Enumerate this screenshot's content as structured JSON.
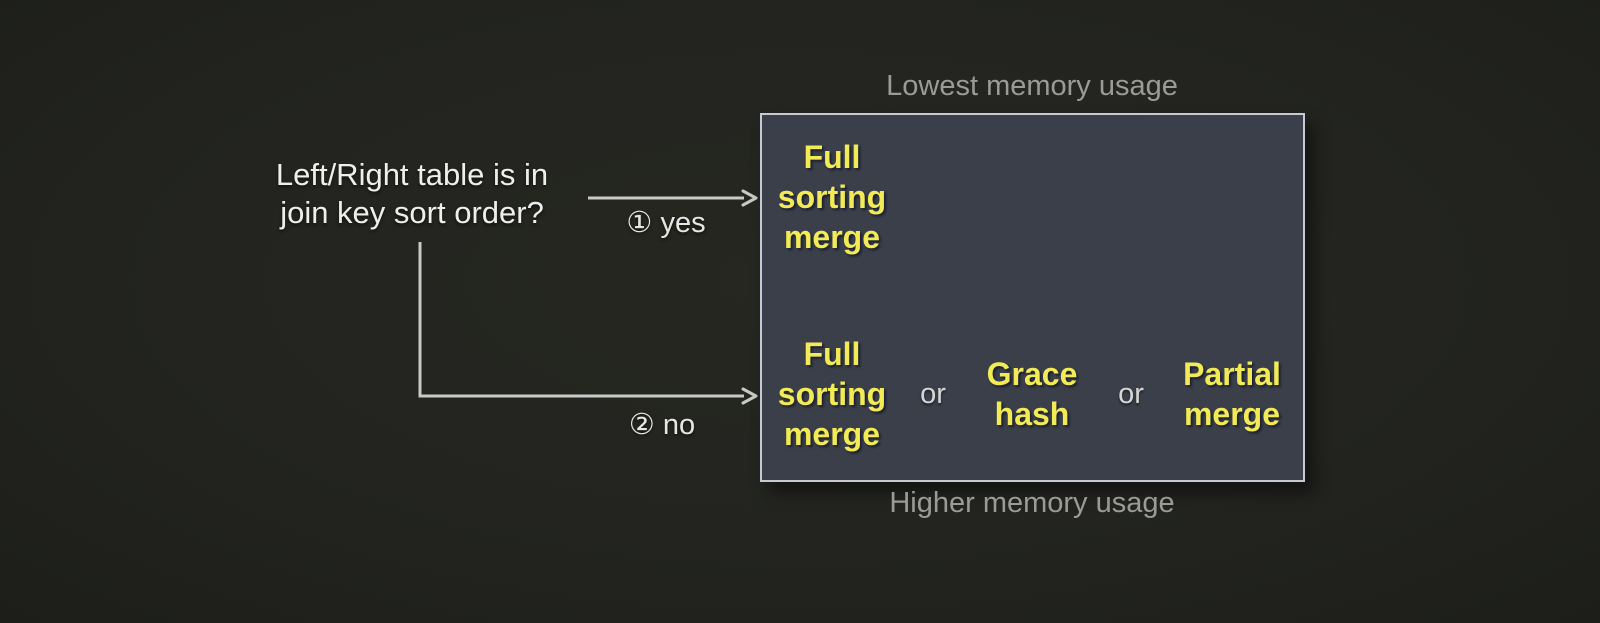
{
  "colors": {
    "background": "#232420",
    "box_fill": "#3a3f4a",
    "box_border": "#c6cad2",
    "algorithm_text": "#f3eb55",
    "caption_text": "#9a9a97",
    "primary_text": "#eeeeec",
    "connector": "#c9c9c7"
  },
  "question": {
    "line1": "Left/Right table is in",
    "line2": "join key sort order?"
  },
  "branches": {
    "yes_label": "① yes",
    "no_label": "② no"
  },
  "memory_scale": {
    "top": "Lowest memory usage",
    "bottom": "Higher memory usage"
  },
  "algorithms": {
    "sorted_case": "Full\nsorting\nmerge",
    "unsorted_case_1": "Full\nsorting\nmerge",
    "or_1": "or",
    "unsorted_case_2": "Grace\nhash",
    "or_2": "or",
    "unsorted_case_3": "Partial\nmerge"
  }
}
